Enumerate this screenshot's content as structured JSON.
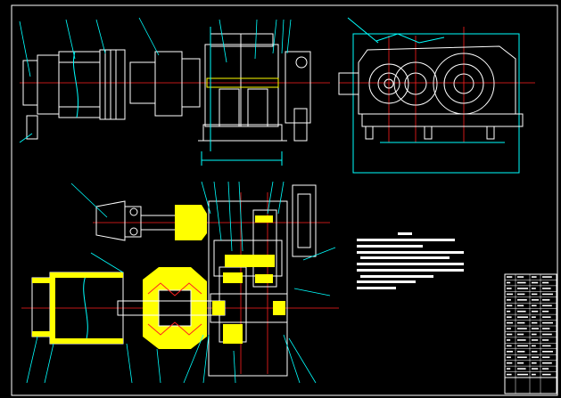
{
  "canvas": {
    "background": "#000000"
  },
  "colors": {
    "outline": "#ffffff",
    "centerline": "#ff2020",
    "dimension": "#00ffff",
    "hatch": "#ffff00",
    "leader": "#00ffff"
  },
  "views": {
    "front_elevation": "front-elevation",
    "side_elevation": "side-elevation",
    "plan_section": "plan-section"
  },
  "technical_requirements": {
    "title": "",
    "lines": []
  },
  "title_block": {
    "rows": 18,
    "columns": 4
  }
}
